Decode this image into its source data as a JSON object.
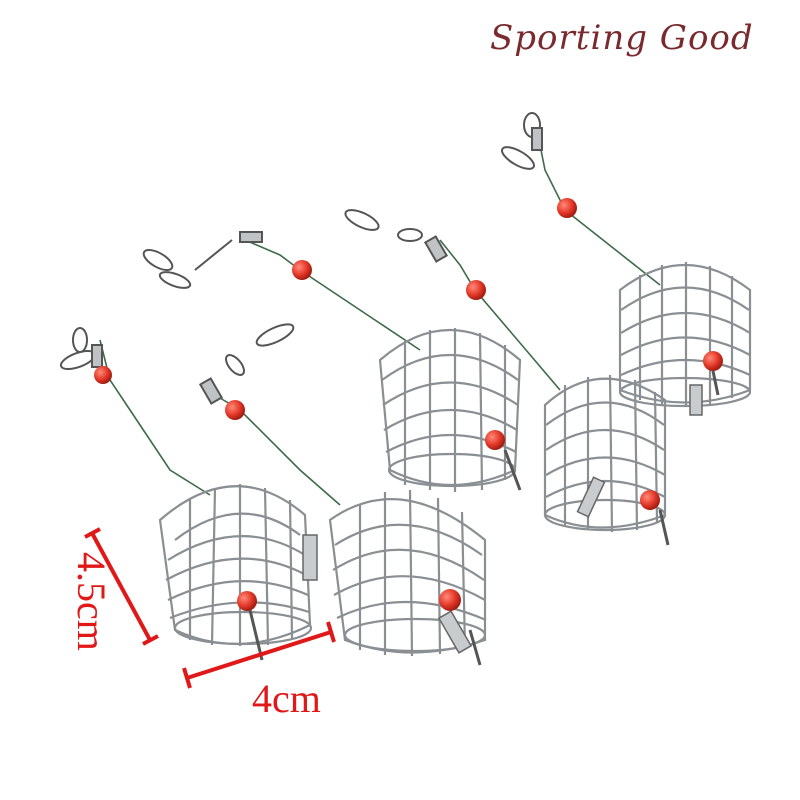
{
  "brand": {
    "text": "Sporting Good",
    "color": "#7a2a2e"
  },
  "dimensions": {
    "height_label": "4.5cm",
    "width_label": "4cm",
    "color": "#e01818"
  },
  "product": {
    "cage_count": 5,
    "bead_color": "#e53a2a",
    "wire_color": "#8a8f93",
    "line_color": "#3e6b4a"
  }
}
